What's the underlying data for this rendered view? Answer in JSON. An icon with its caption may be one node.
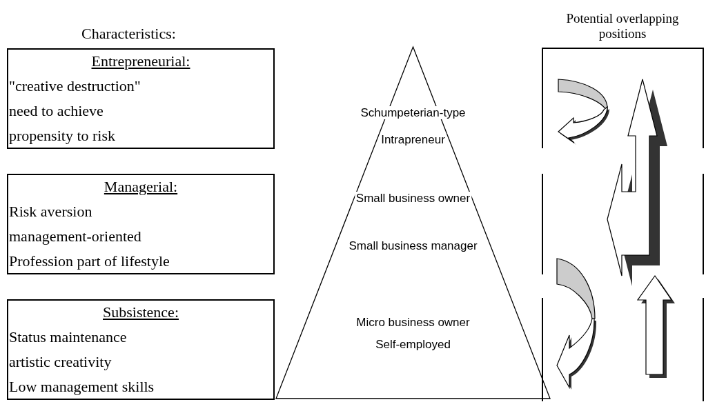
{
  "diagram": {
    "nodes": [
      {
        "text": [
          "Entrepreneurial:",
          "\"creative destruction\"",
          "need to achieve",
          "propensity to risk"
        ]
      },
      {
        "text": [
          "Managerial:",
          "Risk aversion",
          "management-oriented",
          "Profession part of lifestyle"
        ]
      },
      {
        "text": [
          "Subsistence:",
          "Status maintenance",
          "artistic creativity",
          "Low management skills"
        ]
      },
      {
        "text": [
          "Schumpeterian-type",
          "Intrapreneur",
          "Small business owner",
          "Small business manager",
          "Micro business owner",
          "Self-employed"
        ]
      },
      {
        "text": [
          "Potential overlapping positions"
        ]
      }
    ],
    "edges": [],
    "labels": [
      "Characteristics:"
    ]
  }
}
